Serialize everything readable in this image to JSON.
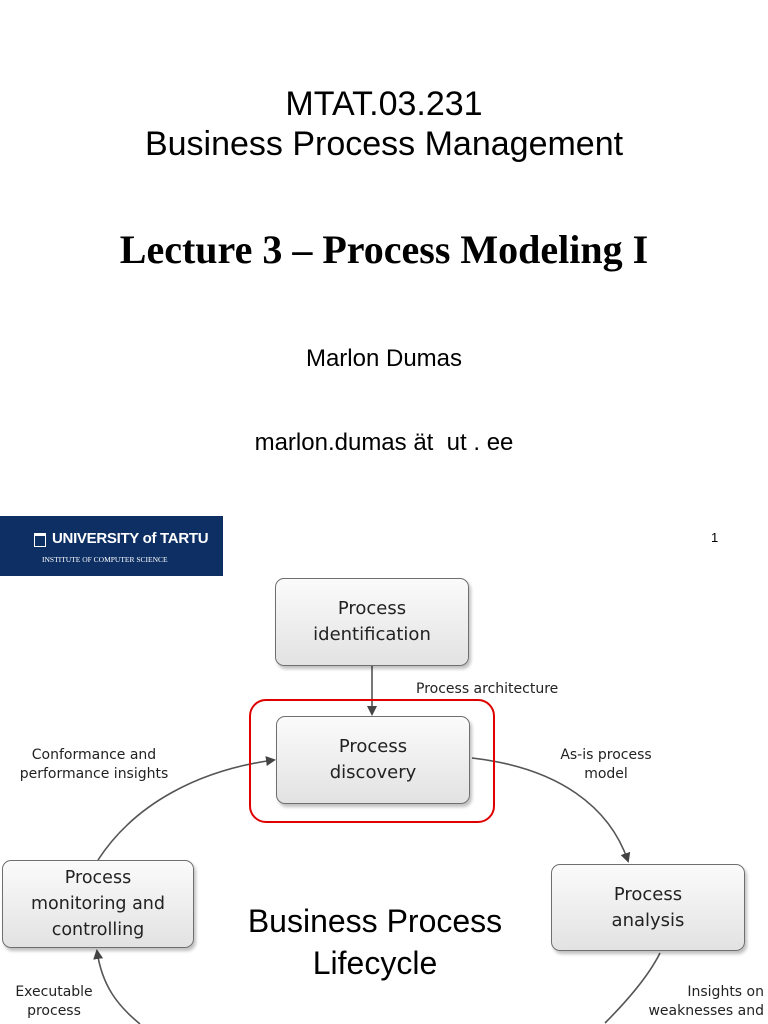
{
  "title_slide": {
    "course_code": "MTAT.03.231",
    "course_name": "Business Process Management",
    "lecture_title": "Lecture 3 – Process Modeling I",
    "author": "Marlon Dumas",
    "email": "marlon.dumas ät  ut . ee",
    "logo": {
      "university": "UNIVERSITY of TARTU",
      "institute": "INSTITUTE OF COMPUTER SCIENCE"
    },
    "page_number": "1"
  },
  "lifecycle": {
    "title": "Business Process\nLifecycle",
    "phases": {
      "identification": "Process\nidentification",
      "discovery": "Process\ndiscovery",
      "analysis": "Process\nanalysis",
      "monitoring": "Process\nmonitoring and\ncontrolling"
    },
    "edges": {
      "architecture": "Process architecture",
      "as_is": "As-is process\nmodel",
      "conformance": "Conformance and\nperformance insights",
      "insights": "Insights on\nweaknesses and",
      "executable": "Executable\nprocess"
    },
    "highlight_color": "#e00000"
  }
}
